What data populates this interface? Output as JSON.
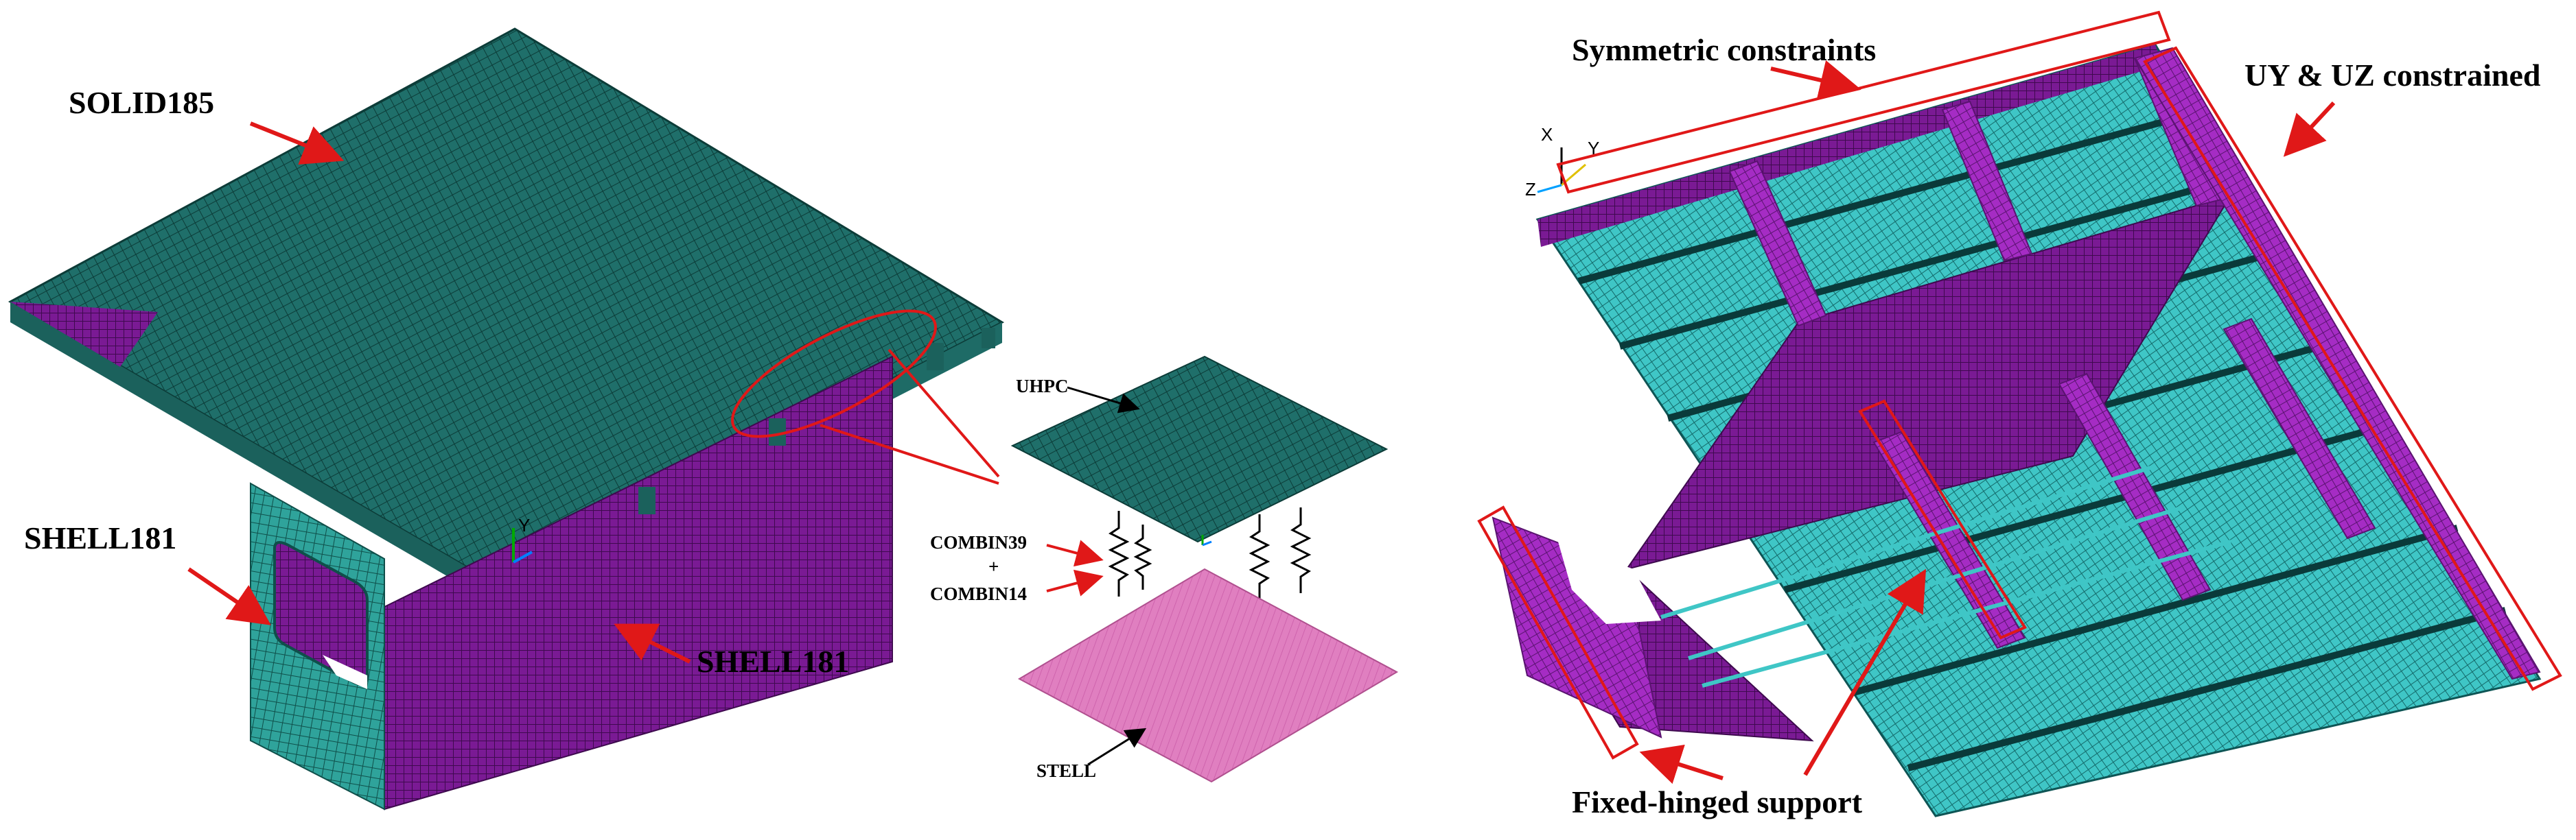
{
  "labels": {
    "solid185": "SOLID185",
    "shell181_left": "SHELL181",
    "shell181_right": "SHELL181",
    "uhpc": "UHPC",
    "combin39": "COMBIN39",
    "plus": "+",
    "combin14": "COMBIN14",
    "stell": "STELL",
    "symmetric": "Symmetric constraints",
    "uy_uz": "UY & UZ constrained",
    "fixed_hinged": "Fixed-hinged support"
  },
  "axes": {
    "x": "X",
    "y": "Y",
    "z": "Z"
  },
  "colors": {
    "concrete_mesh": "#1f6f6a",
    "concrete_light": "#2fa39b",
    "steel_mesh": "#7a1a94",
    "steel_light": "#a52cc4",
    "steel_plate": "#e07fc0",
    "rib_cyan": "#3fc6c6",
    "annotation_red": "#e01818"
  }
}
